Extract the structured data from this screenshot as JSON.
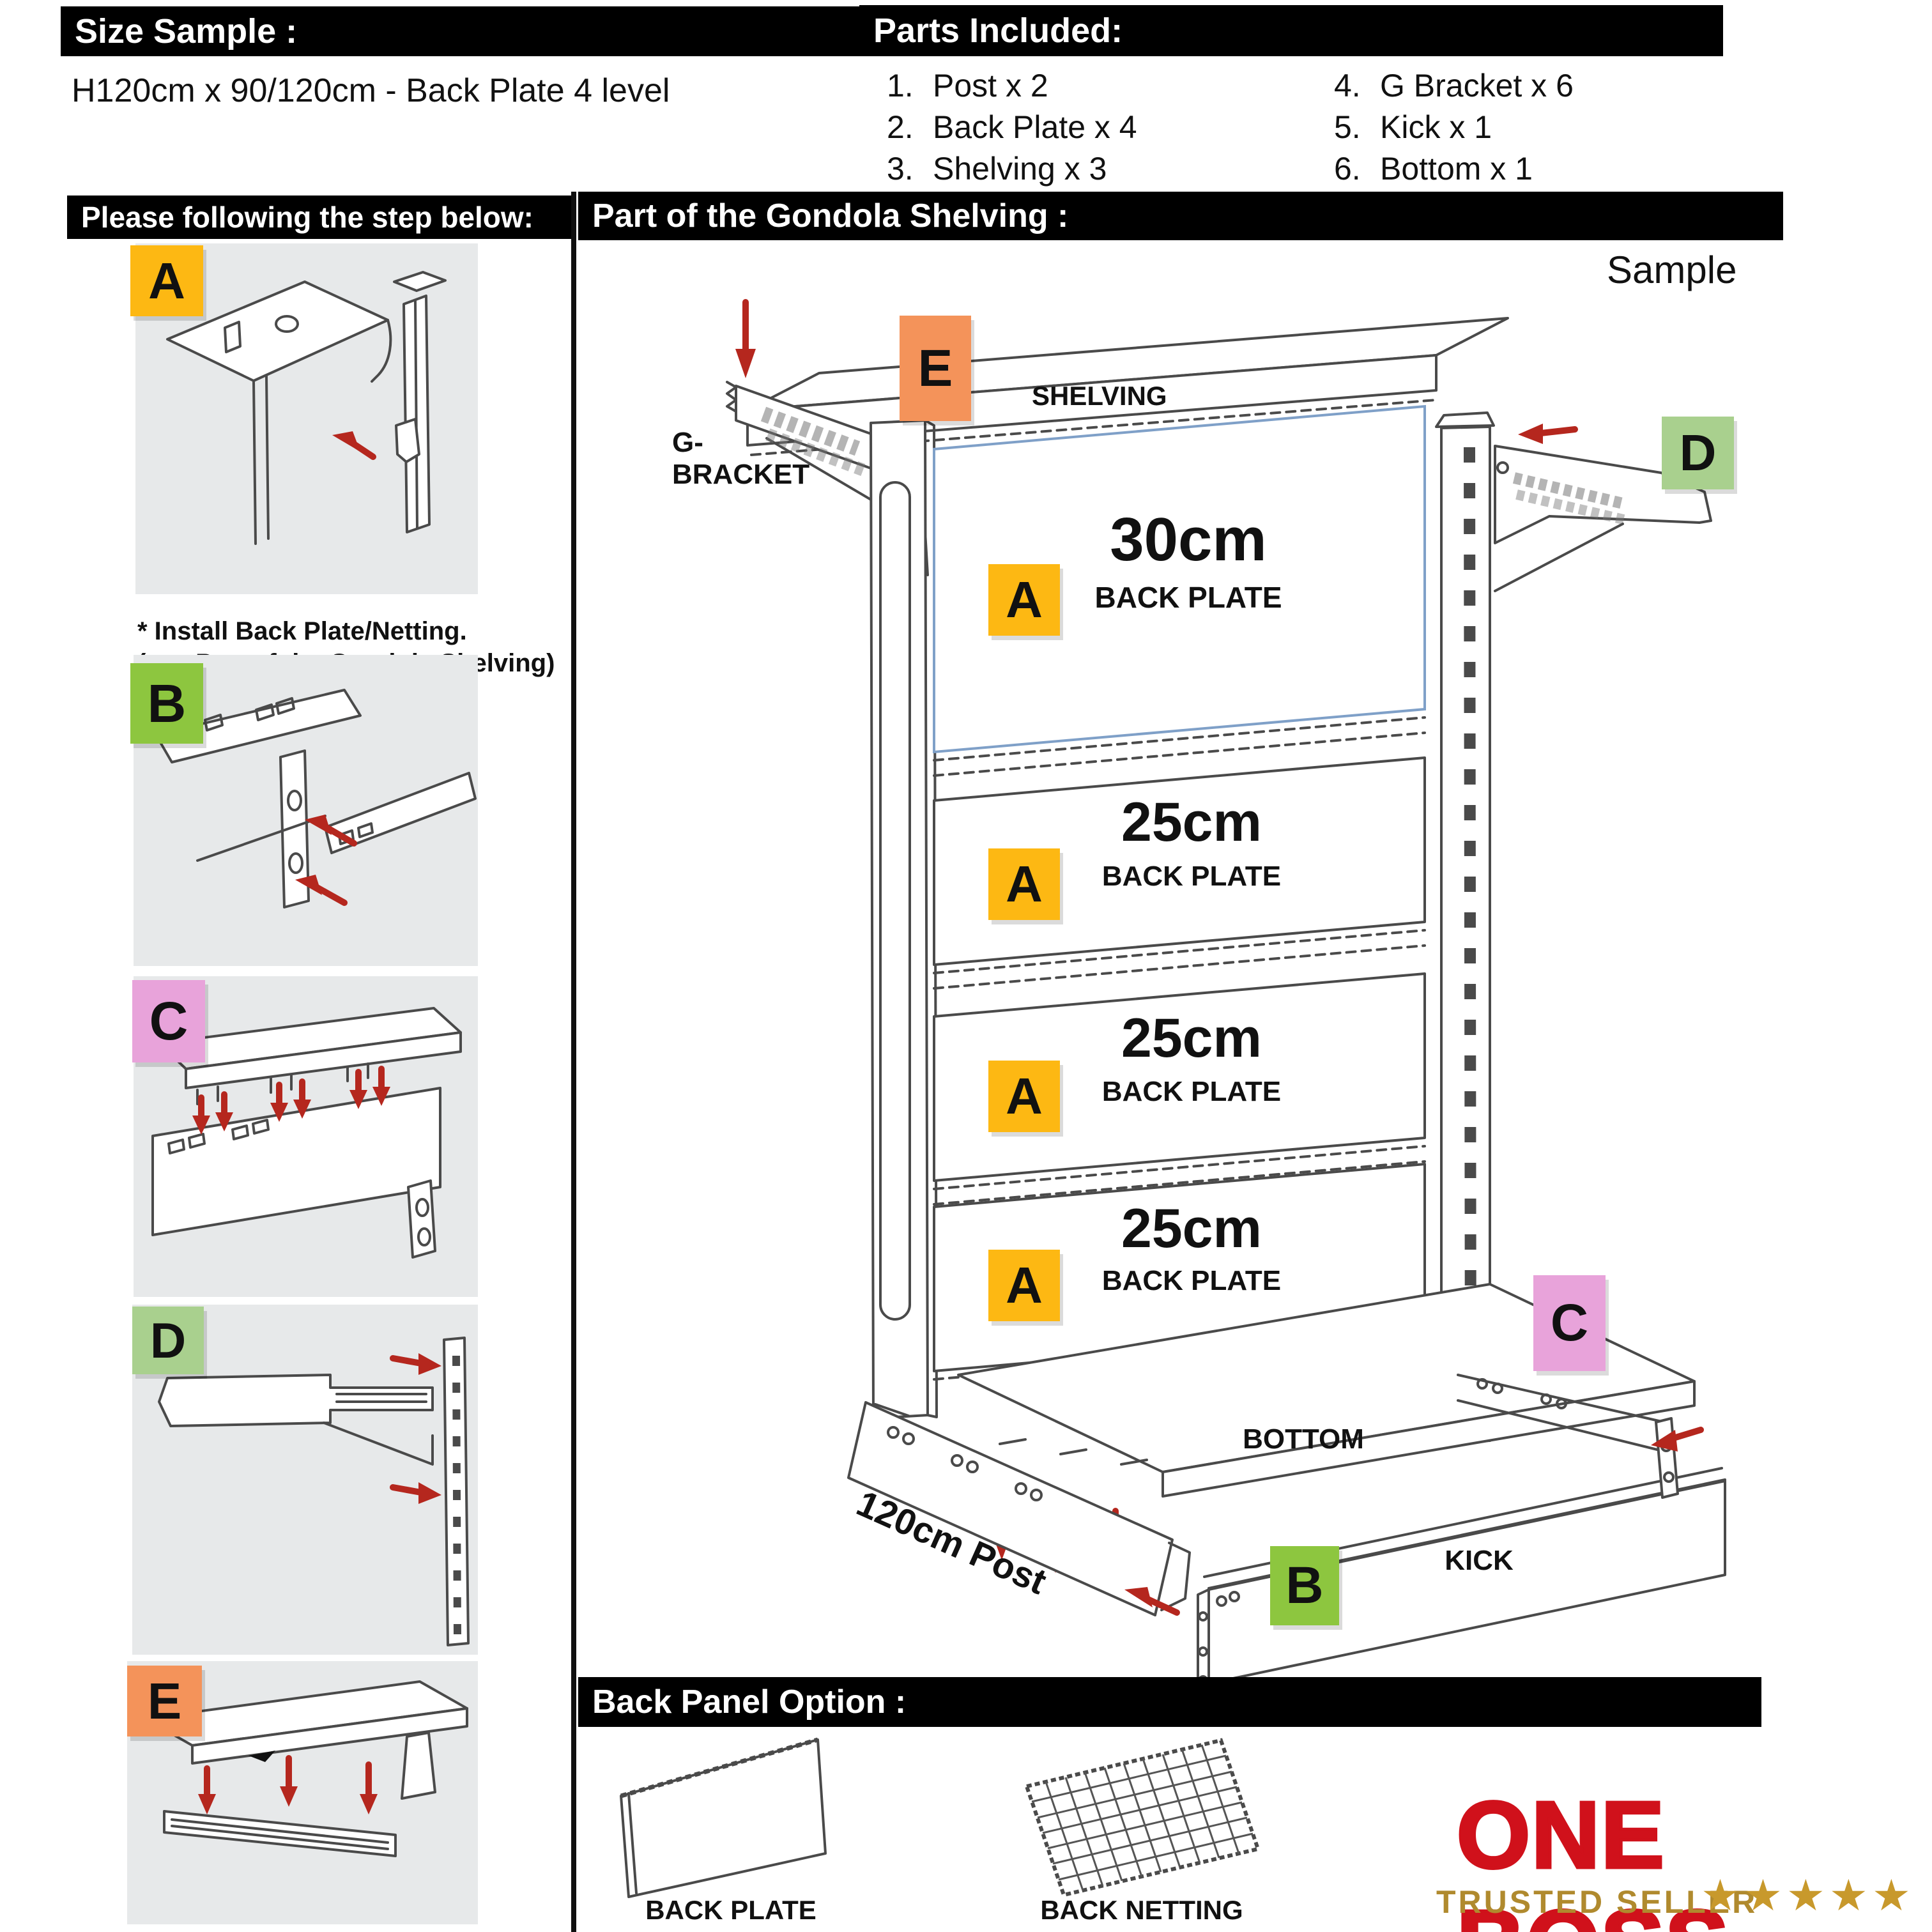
{
  "size_sample": {
    "title": "Size Sample :",
    "value": "H120cm x 90/120cm  - Back Plate 4 level"
  },
  "parts": {
    "title": "Parts Included:",
    "items_left": [
      {
        "num": "1.",
        "label": "Post x 2"
      },
      {
        "num": "2.",
        "label": "Back Plate x 4"
      },
      {
        "num": "3.",
        "label": "Shelving x 3"
      }
    ],
    "items_right": [
      {
        "num": "4.",
        "label": "G Bracket x 6"
      },
      {
        "num": "5.",
        "label": "Kick x 1"
      },
      {
        "num": "6.",
        "label": "Bottom x 1"
      }
    ]
  },
  "steps": {
    "title": "Please following the step below:",
    "a": {
      "letter": "A",
      "color": "#FDB813"
    },
    "b": {
      "letter": "B",
      "color": "#8DC63F"
    },
    "c": {
      "letter": "C",
      "color": "#E8A3DA"
    },
    "d": {
      "letter": "D",
      "color": "#A9D08E"
    },
    "e": {
      "letter": "E",
      "color": "#F4935A"
    },
    "note1": "* Install Back Plate/Netting.",
    "note2": "(see Part of the Gondola Shelving)"
  },
  "diagram": {
    "title": "Part of the Gondola Shelving :",
    "sample": "Sample",
    "shelving": "SHELVING",
    "g_bracket": "G-BRACKET",
    "back_plate": "BACK PLATE",
    "plate1_size": "30cm",
    "plate2_size": "25cm",
    "plate3_size": "25cm",
    "plate4_size": "25cm",
    "bottom": "BOTTOM",
    "kick": "KICK",
    "post": "120cm Post",
    "letters": {
      "a": "A",
      "b": "B",
      "c": "C",
      "d": "D",
      "e": "E"
    },
    "arrow_color": "#B5271E",
    "plate_outline_color": "#7FA0C8"
  },
  "back_panel": {
    "title": "Back Panel Option :",
    "plate_label": "BACK PLATE",
    "netting_label": "BACK NETTING"
  },
  "brand": {
    "name": "ONE BOSS",
    "tagline": "TRUSTED SELLER",
    "stars": "★★★★★",
    "name_color": "#D0111B",
    "gold_color": "#B08A2E"
  }
}
